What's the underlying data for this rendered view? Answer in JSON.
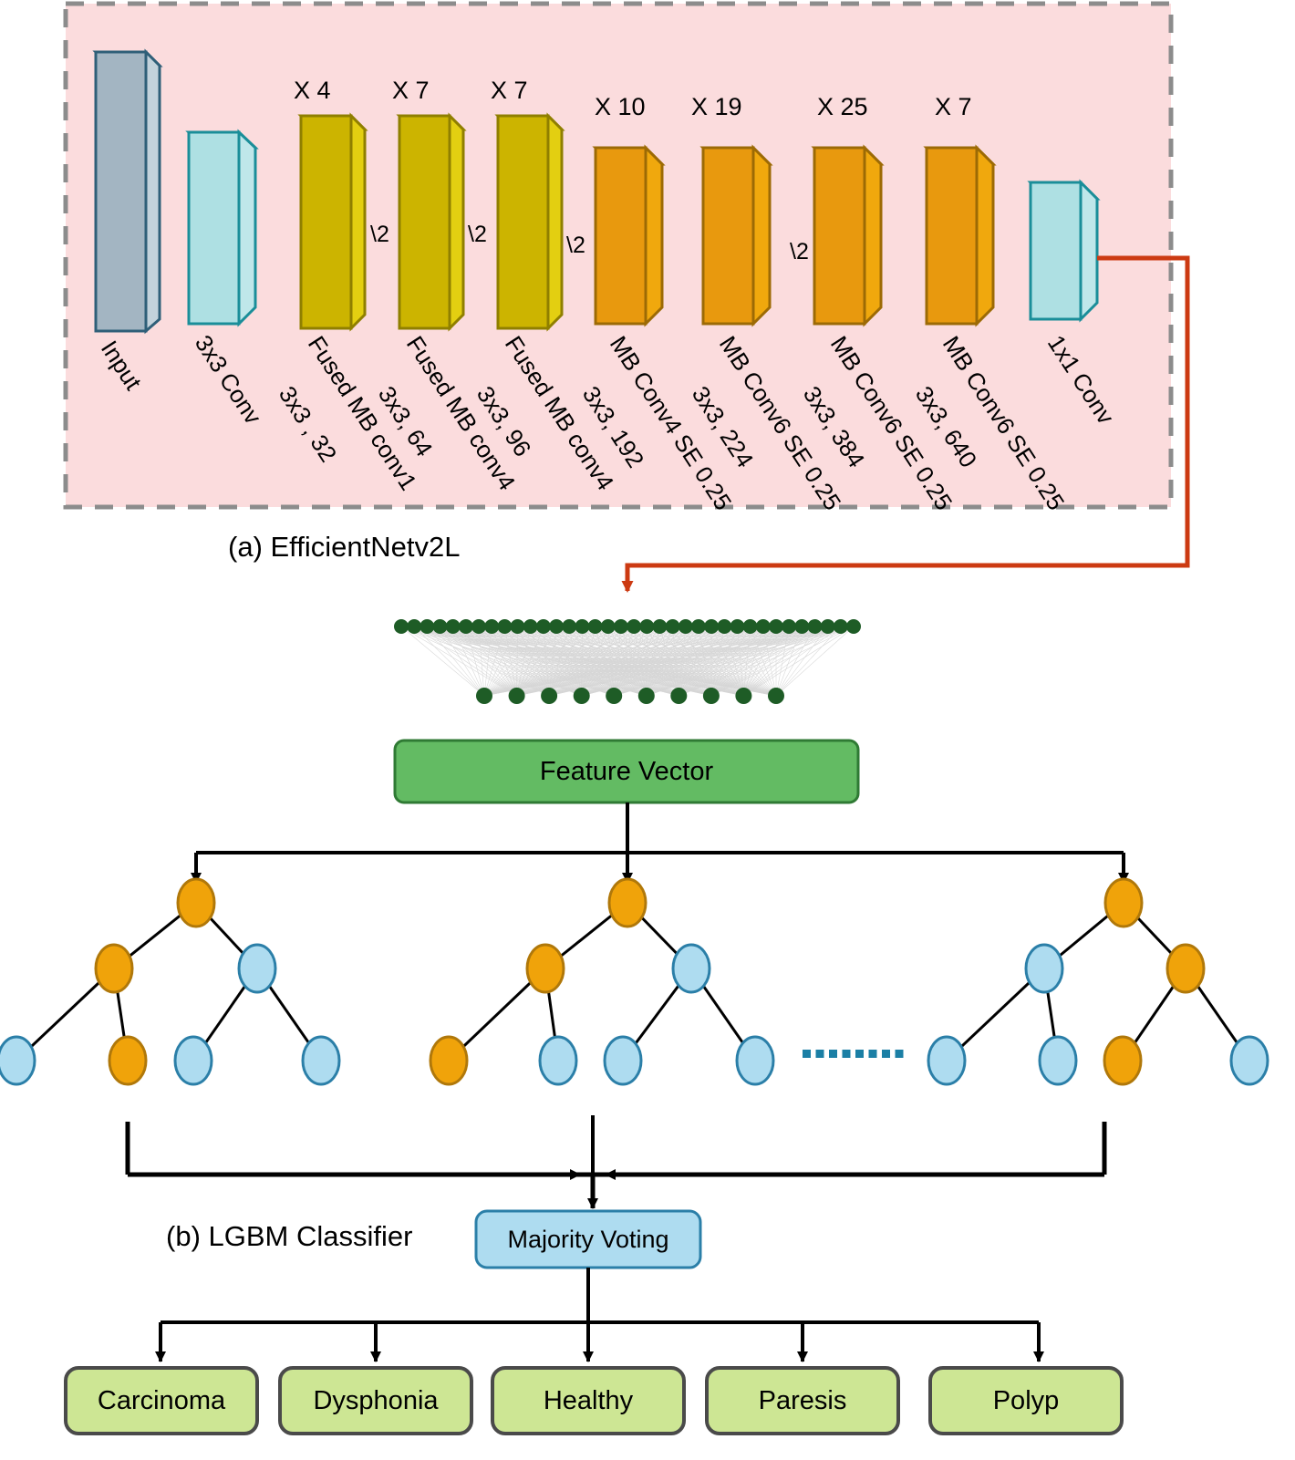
{
  "figure": {
    "title": "EfficientNetv2L + LGBM Classifier pipeline",
    "captions": {
      "part_a": "(a) EfficientNetv2L",
      "part_b": "(b) LGBM Classifier"
    }
  },
  "colors": {
    "panel_fill": "#fbdcdd",
    "panel_border": "#8c8c8c",
    "input_face": "#a3b5c2",
    "input_top": "#b9c8d3",
    "input_side": "#c3d2db",
    "input_stroke": "#2f5f78",
    "cyan_face": "#aee0e3",
    "cyan_top": "#c6eaec",
    "cyan_side": "#bfe7ea",
    "cyan_stroke": "#1a8e99",
    "yellow_face": "#ccb400",
    "yellow_top": "#d8c21a",
    "yellow_side": "#e3cf11",
    "yellow_stroke": "#8f7f00",
    "orange_face": "#e8990e",
    "orange_top": "#eeae2c",
    "orange_side": "#f0a80d",
    "orange_stroke": "#9c6a05",
    "red_arrow": "#cc3a12",
    "node_green": "#1e5c26",
    "feature_fill": "#63bb63",
    "feature_stroke": "#2f7a34",
    "tree_orange": "#f0a30a",
    "tree_orange_stroke": "#b0780a",
    "tree_blue": "#aedcf0",
    "tree_blue_stroke": "#2b7fa8",
    "dots": "#1b7fa5",
    "vote_fill": "#aedcf0",
    "vote_stroke": "#2b7fa8",
    "class_fill": "#cde694",
    "class_stroke": "#4a4a4a",
    "line": "#000000"
  },
  "network": {
    "multipliers": [
      "X 4",
      "X 7",
      "X 7",
      "X 10",
      "X 19",
      "X 25",
      "X 7"
    ],
    "stride_marks": [
      "\\2",
      "\\2",
      "\\2",
      "\\2"
    ],
    "blocks": [
      {
        "name": "input-block",
        "label_line1": "Input",
        "label_line2": "",
        "type": "input"
      },
      {
        "name": "conv3x3-block",
        "label_line1": "3x3 Conv",
        "label_line2": "",
        "type": "cyan"
      },
      {
        "name": "fused-mb-conv1-block",
        "label_line1": "Fused MB conv1",
        "label_line2": "3x3 , 32",
        "type": "yellow"
      },
      {
        "name": "fused-mb-conv4-64-block",
        "label_line1": "Fused MB conv4",
        "label_line2": "3x3, 64",
        "type": "yellow"
      },
      {
        "name": "fused-mb-conv4-96-block",
        "label_line1": "Fused MB conv4",
        "label_line2": "3x3, 96",
        "type": "yellow"
      },
      {
        "name": "mb-conv4-se-192-block",
        "label_line1": "MB Conv4 SE 0.25",
        "label_line2": "3x3, 192",
        "type": "orange"
      },
      {
        "name": "mb-conv6-se-224-block",
        "label_line1": "MB Conv6 SE 0.25",
        "label_line2": "3x3, 224",
        "type": "orange"
      },
      {
        "name": "mb-conv6-se-384-block",
        "label_line1": "MB Conv6 SE 0.25",
        "label_line2": "3x3, 384",
        "type": "orange"
      },
      {
        "name": "mb-conv6-se-640-block",
        "label_line1": "MB Conv6 SE 0.25",
        "label_line2": "3x3, 640",
        "type": "orange"
      },
      {
        "name": "conv1x1-block",
        "label_line1": "1x1 Conv",
        "label_line2": "",
        "type": "cyan"
      }
    ]
  },
  "mlp": {
    "top_nodes": 36,
    "bottom_nodes": 10
  },
  "feature_vector": {
    "label": "Feature Vector"
  },
  "majority_voting": {
    "label": "Majority Voting"
  },
  "ellipsis": {
    "count": 8
  },
  "trees": [
    {
      "name": "tree-1",
      "root": "orange",
      "left": "orange",
      "right": "blue",
      "leaves": [
        "blue",
        "orange",
        "blue",
        "blue"
      ]
    },
    {
      "name": "tree-2",
      "root": "orange",
      "left": "orange",
      "right": "blue",
      "leaves": [
        "orange",
        "blue",
        "blue",
        "blue"
      ]
    },
    {
      "name": "tree-3",
      "root": "orange",
      "left": "blue",
      "right": "orange",
      "leaves": [
        "blue",
        "blue",
        "orange",
        "blue"
      ]
    }
  ],
  "classes": [
    {
      "name": "class-carcinoma",
      "label": "Carcinoma"
    },
    {
      "name": "class-dysphonia",
      "label": "Dysphonia"
    },
    {
      "name": "class-healthy",
      "label": "Healthy"
    },
    {
      "name": "class-paresis",
      "label": "Paresis"
    },
    {
      "name": "class-polyp",
      "label": "Polyp"
    }
  ]
}
